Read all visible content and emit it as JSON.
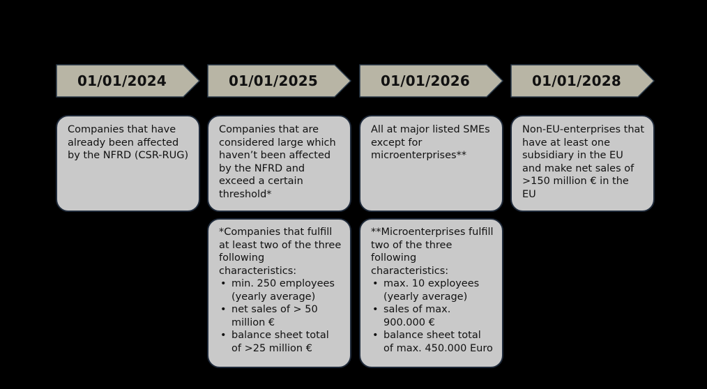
{
  "timeline": [
    {
      "date": "01/01/2024",
      "description": "Companies that have already been affected by the NFRD (CSR-RUG)"
    },
    {
      "date": "01/01/2025",
      "description": "Companies that are considered large which haven’t been affected by the NFRD and exceed a certain threshold*",
      "footnote": {
        "intro": "*Companies that fulfill at least two of the three following characteristics:",
        "items": [
          "min. 250 employees (yearly average)",
          "net sales of > 50 million €",
          "balance sheet total of >25 million €"
        ]
      }
    },
    {
      "date": "01/01/2026",
      "description": "All at major listed SMEs except for microenterprises**",
      "footnote": {
        "intro": "**Microenterprises fulfill two of the three following characteristics:",
        "items": [
          "max. 10 exployees (yearly average)",
          "sales of max. 900.000 €",
          "balance sheet total of max. 450.000 Euro"
        ]
      }
    },
    {
      "date": "01/01/2028",
      "description": "Non-EU-enterprises that have at least one subsidiary  in the EU and make net sales of >150 million €  in the EU"
    }
  ],
  "colors": {
    "arrow_fill": "#b8b5a5",
    "arrow_stroke": "#2a3a4a",
    "box_fill": "#c9c9c9",
    "box_border": "#1f2a3a",
    "background": "#000000"
  }
}
